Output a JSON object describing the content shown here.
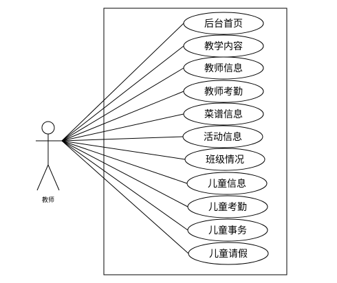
{
  "actor": {
    "label": "教师"
  },
  "use_cases": [
    {
      "label": "后台首页"
    },
    {
      "label": "教学内容"
    },
    {
      "label": "教师信息"
    },
    {
      "label": "教师考勤"
    },
    {
      "label": "菜谱信息"
    },
    {
      "label": "活动信息"
    },
    {
      "label": "班级情况"
    },
    {
      "label": "儿童信息"
    },
    {
      "label": "儿童考勤"
    },
    {
      "label": "儿童事务"
    },
    {
      "label": "儿童请假"
    }
  ],
  "colors": {
    "stroke": "#000000",
    "background": "#ffffff"
  }
}
